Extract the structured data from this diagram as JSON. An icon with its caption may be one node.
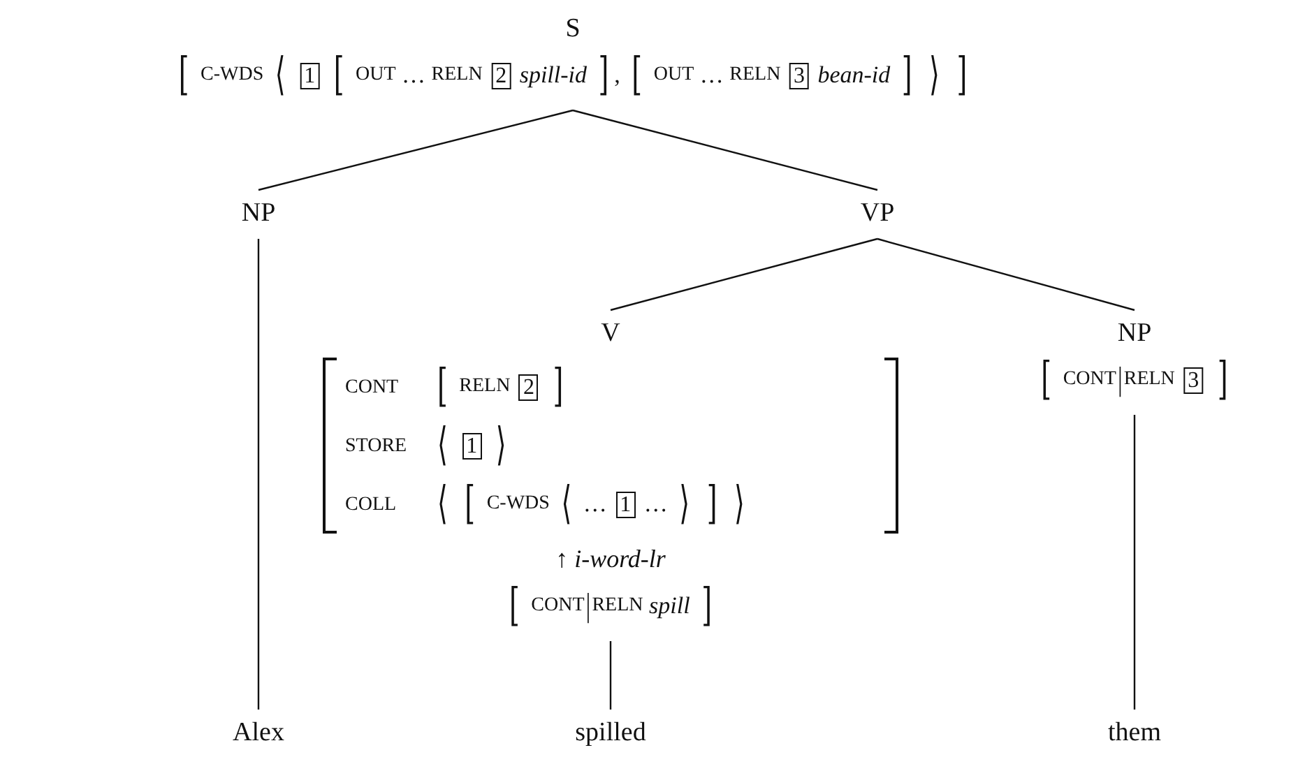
{
  "diagram": {
    "nodes": [
      {
        "text": [
          "S",
          "[ C-WDS ⟨ 1 [ OUT … RELN 2 *spill-id* ], [ OUT … RELN 3 *bean-id* ] ⟩ ]"
        ]
      },
      {
        "text": [
          "NP"
        ]
      },
      {
        "text": [
          "VP"
        ]
      },
      {
        "text": [
          "V",
          "CONT [ RELN 2 ]",
          "STORE ⟨ 1 ⟩",
          "COLL ⟨ [ C-WDS ⟨ … 1 … ⟩ ] ⟩",
          "↑ *i-word-lr*",
          "[ CONT|RELN *spill* ]"
        ]
      },
      {
        "text": [
          "NP",
          "[ CONT|RELN 3 ]"
        ]
      },
      {
        "text": [
          "Alex"
        ]
      },
      {
        "text": [
          "spilled"
        ]
      },
      {
        "text": [
          "them"
        ]
      }
    ],
    "edges": [
      {
        "from": 0,
        "to": 1,
        "arrow": "none"
      },
      {
        "from": 0,
        "to": 2,
        "arrow": "none"
      },
      {
        "from": 2,
        "to": 3,
        "arrow": "none"
      },
      {
        "from": 2,
        "to": 4,
        "arrow": "none"
      },
      {
        "from": 1,
        "to": 5,
        "arrow": "none"
      },
      {
        "from": 3,
        "to": 6,
        "arrow": "none"
      },
      {
        "from": 4,
        "to": 7,
        "arrow": "none"
      }
    ]
  }
}
